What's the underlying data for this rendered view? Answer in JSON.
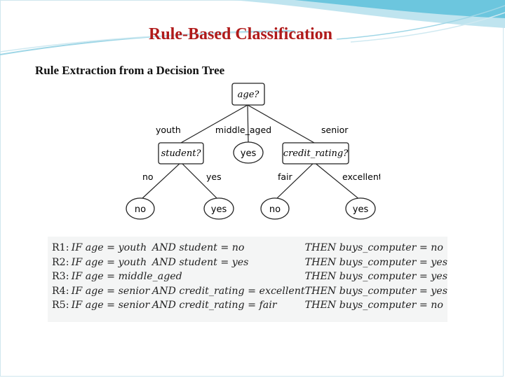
{
  "slide": {
    "title": "Rule-Based Classification",
    "subtitle": "Rule Extraction from a Decision Tree"
  },
  "tree": {
    "root": "age?",
    "branches": [
      "youth",
      "middle_aged",
      "senior"
    ],
    "left_node": "student?",
    "middle_leaf": "yes",
    "right_node": "credit_rating?",
    "left_branches": [
      "no",
      "yes"
    ],
    "right_branches": [
      "fair",
      "excellent"
    ],
    "leaves": [
      "no",
      "yes",
      "no",
      "yes"
    ]
  },
  "rules": [
    {
      "id": "R1:",
      "cond1": "IF age = youth",
      "cond2": "AND student = no",
      "then": "THEN buys_computer = no"
    },
    {
      "id": "R2:",
      "cond1": "IF age = youth",
      "cond2": "AND student = yes",
      "then": "THEN buys_computer = yes"
    },
    {
      "id": "R3:",
      "cond1": "IF age = middle_aged",
      "cond2": "",
      "then": "THEN buys_computer = yes"
    },
    {
      "id": "R4:",
      "cond1": "IF age = senior",
      "cond2": "AND credit_rating = excellent",
      "then": "THEN buys_computer = yes"
    },
    {
      "id": "R5:",
      "cond1": "IF age = senior",
      "cond2": "AND credit_rating = fair",
      "then": "THEN buys_computer = no"
    }
  ],
  "colors": {
    "title": "#b01a1a",
    "swoosh": "#6cc6de",
    "swoosh_light": "#bfe4ef"
  }
}
